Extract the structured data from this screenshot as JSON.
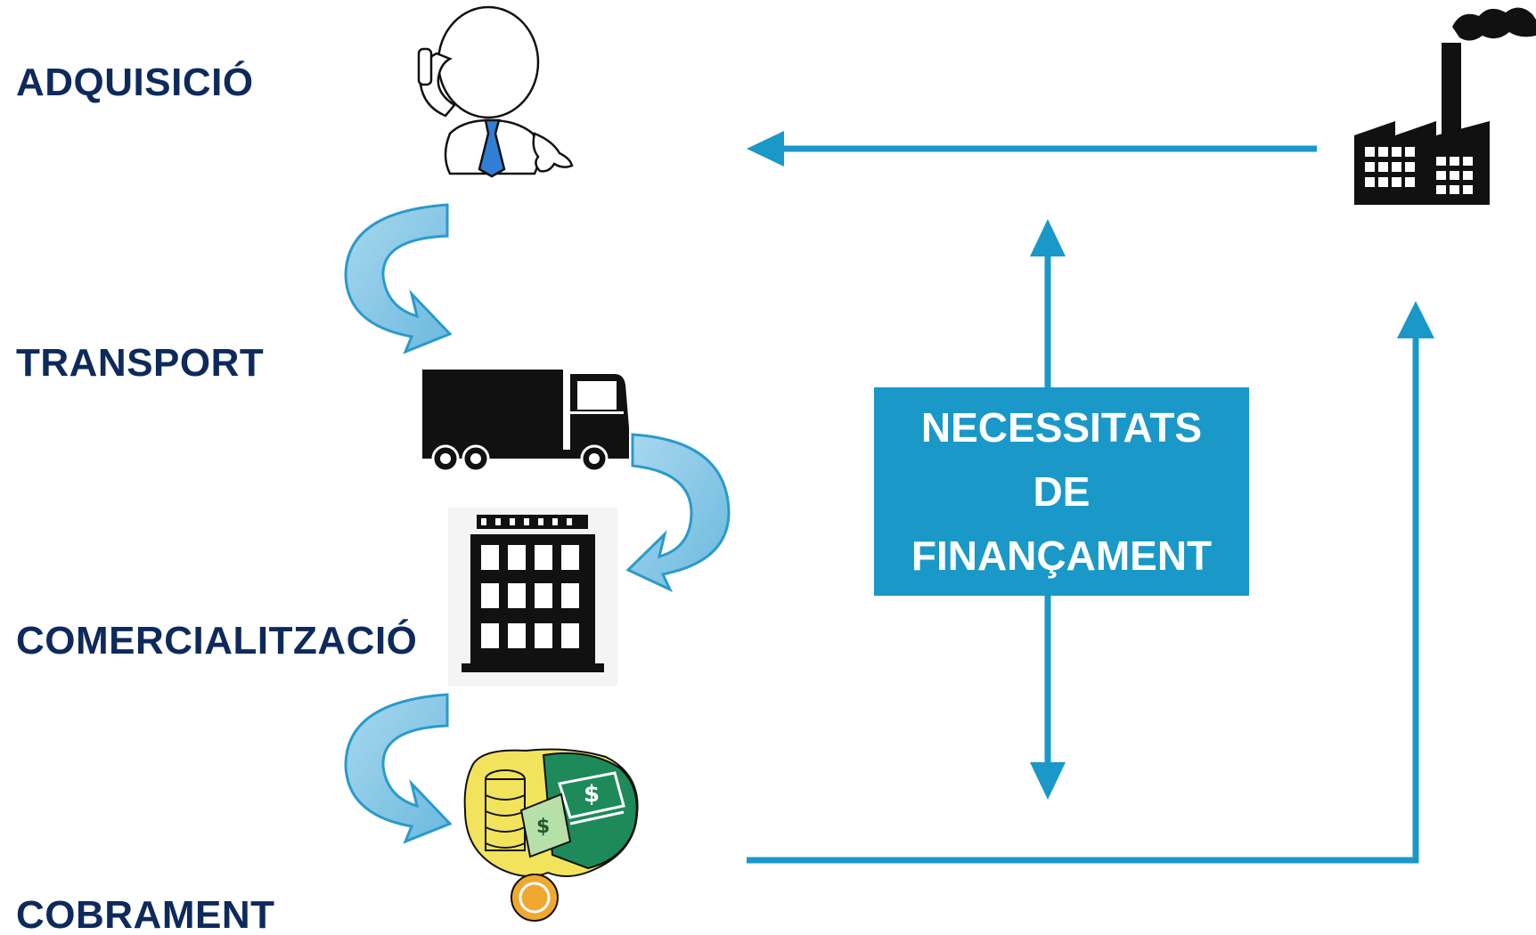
{
  "stages": {
    "acquisition": "ADQUISICIÓ",
    "transport": "TRANSPORT",
    "commercialization": "COMERCIALITZACIÓ",
    "collection": "COBRAMENT"
  },
  "financing_box": {
    "line1": "NECESSITATS",
    "line2": "DE",
    "line3": "FINANÇAMENT"
  },
  "icons": {
    "acquisition": "businessman-phone-icon",
    "transport": "truck-icon",
    "commercialization": "building-icon",
    "collection": "money-coins-icon",
    "supplier": "factory-icon"
  },
  "colors": {
    "label_text": "#0e2a5c",
    "accent_blue": "#1a98c8",
    "curved_arrow": "#7ec4e2",
    "money_yellow": "#f2e35c",
    "money_green": "#1e8a5a",
    "money_orange": "#f0a830",
    "tie_blue": "#2f7fd6"
  }
}
